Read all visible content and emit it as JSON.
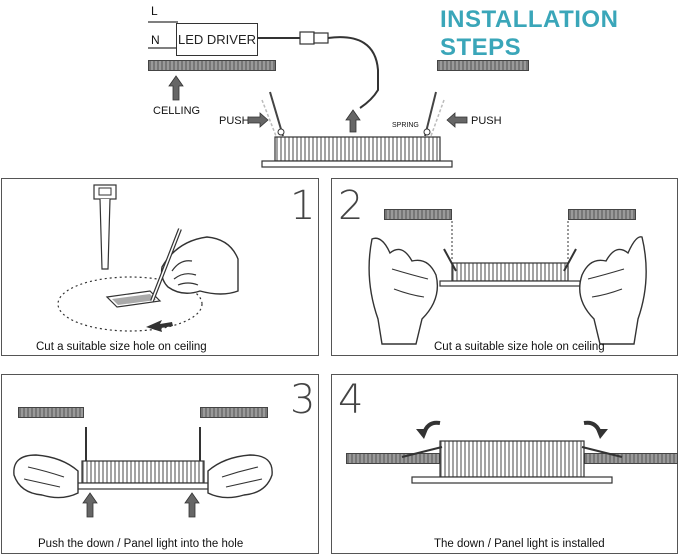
{
  "header": {
    "title": "INSTALLATION STEPS",
    "wire_l": "L",
    "wire_n": "N",
    "driver_label": "LED DRIVER",
    "ceiling_label": "CELLING",
    "push_left": "PUSH",
    "push_right": "PUSH",
    "spring_label": "SPRING"
  },
  "steps": [
    {
      "number": "1",
      "caption": "Cut a suitable size hole on ceiling"
    },
    {
      "number": "2",
      "caption": "Cut a suitable size hole on ceiling"
    },
    {
      "number": "3",
      "caption": "Push the down / Panel light into the hole"
    },
    {
      "number": "4",
      "caption": "The down / Panel light is installed"
    }
  ]
}
